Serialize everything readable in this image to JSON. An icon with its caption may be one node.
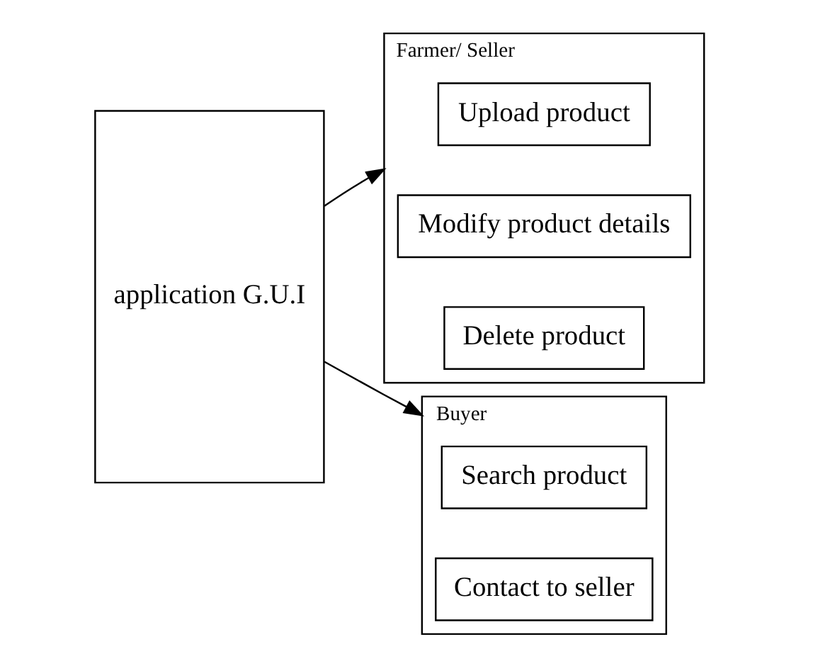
{
  "diagram": {
    "nodes": [
      {
        "text": [
          "application G.U.I"
        ]
      },
      {
        "text": [
          "Farmer/ Seller"
        ]
      },
      {
        "text": [
          "Upload product"
        ],
        "in": 1
      },
      {
        "text": [
          "Modify product details"
        ],
        "in": 1
      },
      {
        "text": [
          "Delete product"
        ],
        "in": 1
      },
      {
        "text": [
          "Buyer"
        ]
      },
      {
        "text": [
          "Search product"
        ],
        "in": 5
      },
      {
        "text": [
          "Contact to seller"
        ],
        "in": 5
      }
    ],
    "edges": [
      {
        "from": 0,
        "to": 1,
        "arrow": "to"
      },
      {
        "from": 0,
        "to": 5,
        "arrow": "to"
      }
    ]
  }
}
